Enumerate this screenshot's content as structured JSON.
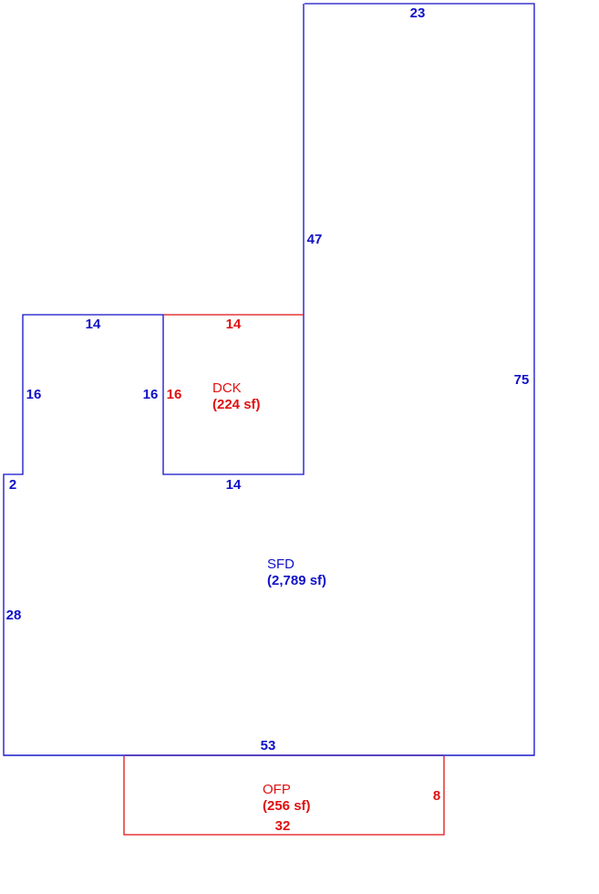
{
  "colors": {
    "structure": "#1010c8",
    "addition": "#e01010"
  },
  "areas": {
    "sfd": {
      "code": "SFD",
      "size": "(2,789 sf)"
    },
    "dck": {
      "code": "DCK",
      "size": "(224 sf)"
    },
    "ofp": {
      "code": "OFP",
      "size": "(256 sf)"
    }
  },
  "dimensions": {
    "sfd_top": "23",
    "sfd_inner_vertical": "47",
    "sfd_right": "75",
    "sfd_wing_top": "14",
    "sfd_wing_left": "16",
    "sfd_wing_right": "16",
    "sfd_step": "2",
    "sfd_left": "28",
    "sfd_bottom": "53",
    "sfd_notch_bottom": "14",
    "dck_top": "14",
    "dck_left": "16",
    "ofp_right": "8",
    "ofp_bottom": "32"
  }
}
